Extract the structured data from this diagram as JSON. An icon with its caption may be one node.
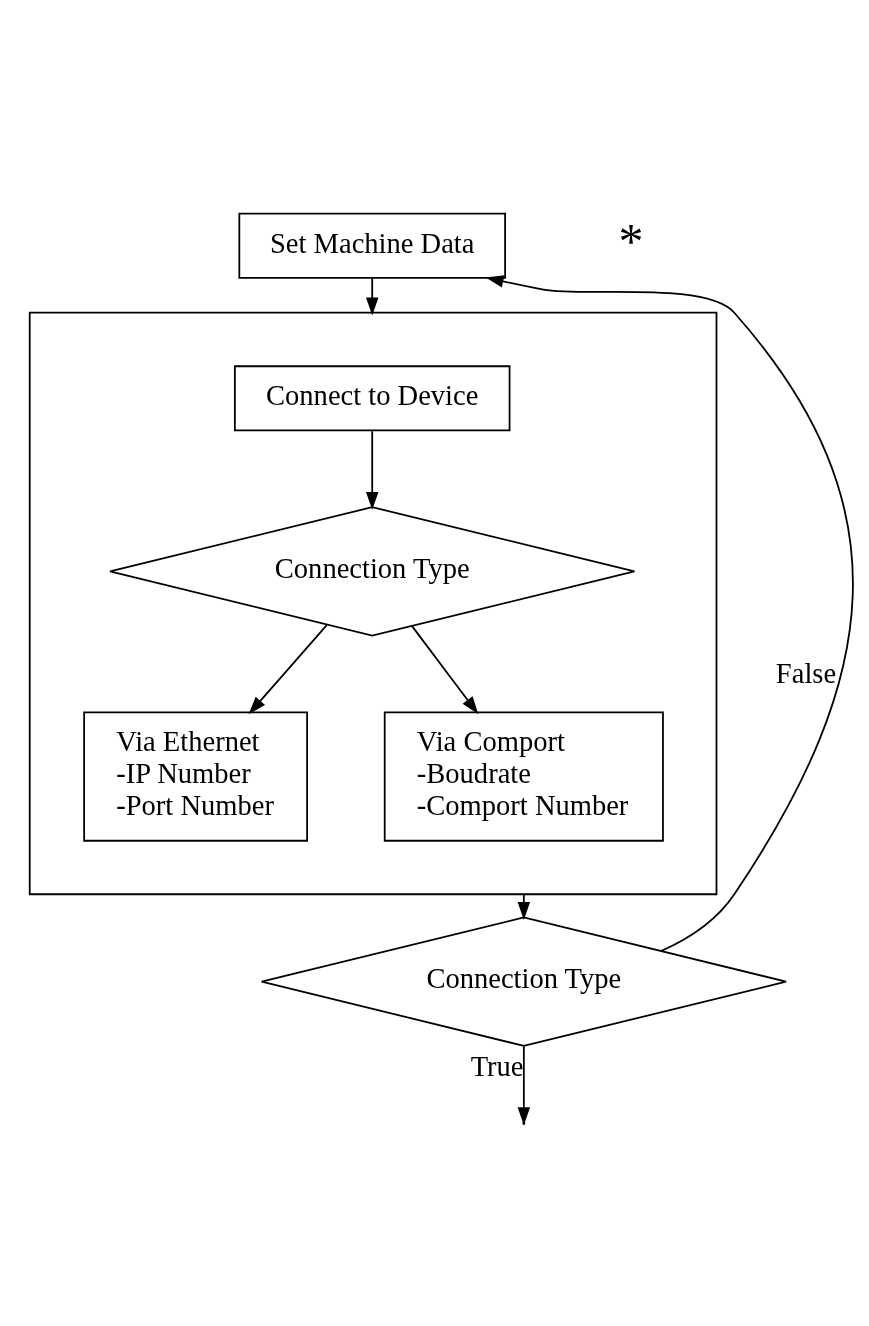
{
  "diagram": {
    "nodes": [
      {
        "text": [
          "Set Machine Data"
        ]
      },
      {
        "text": [],
        "shape": "box"
      },
      {
        "text": [
          "Connect to Device"
        ],
        "in": 1
      },
      {
        "text": [
          "Connection Type"
        ],
        "in": 1
      },
      {
        "text": [
          "Via Ethernet",
          "-IP Number",
          "-Port Number"
        ],
        "in": 1
      },
      {
        "text": [
          "Via Comport",
          "-Boudrate",
          "-Comport Number"
        ],
        "in": 1
      },
      {
        "text": [
          "Connection Type"
        ]
      }
    ],
    "edges": [
      {
        "from": 0,
        "to": 1,
        "arrow": "to"
      },
      {
        "from": 2,
        "to": 3,
        "arrow": "to"
      },
      {
        "from": 3,
        "to": 4,
        "arrow": "to"
      },
      {
        "from": 3,
        "to": 5,
        "arrow": "to"
      },
      {
        "from": 1,
        "to": 6,
        "arrow": "to"
      },
      {
        "from": 6,
        "to": 0,
        "arrow": "to",
        "label": "False"
      },
      {
        "from": 6,
        "to": null,
        "arrow": "to",
        "label": "True"
      }
    ],
    "labels": [
      "*"
    ]
  }
}
